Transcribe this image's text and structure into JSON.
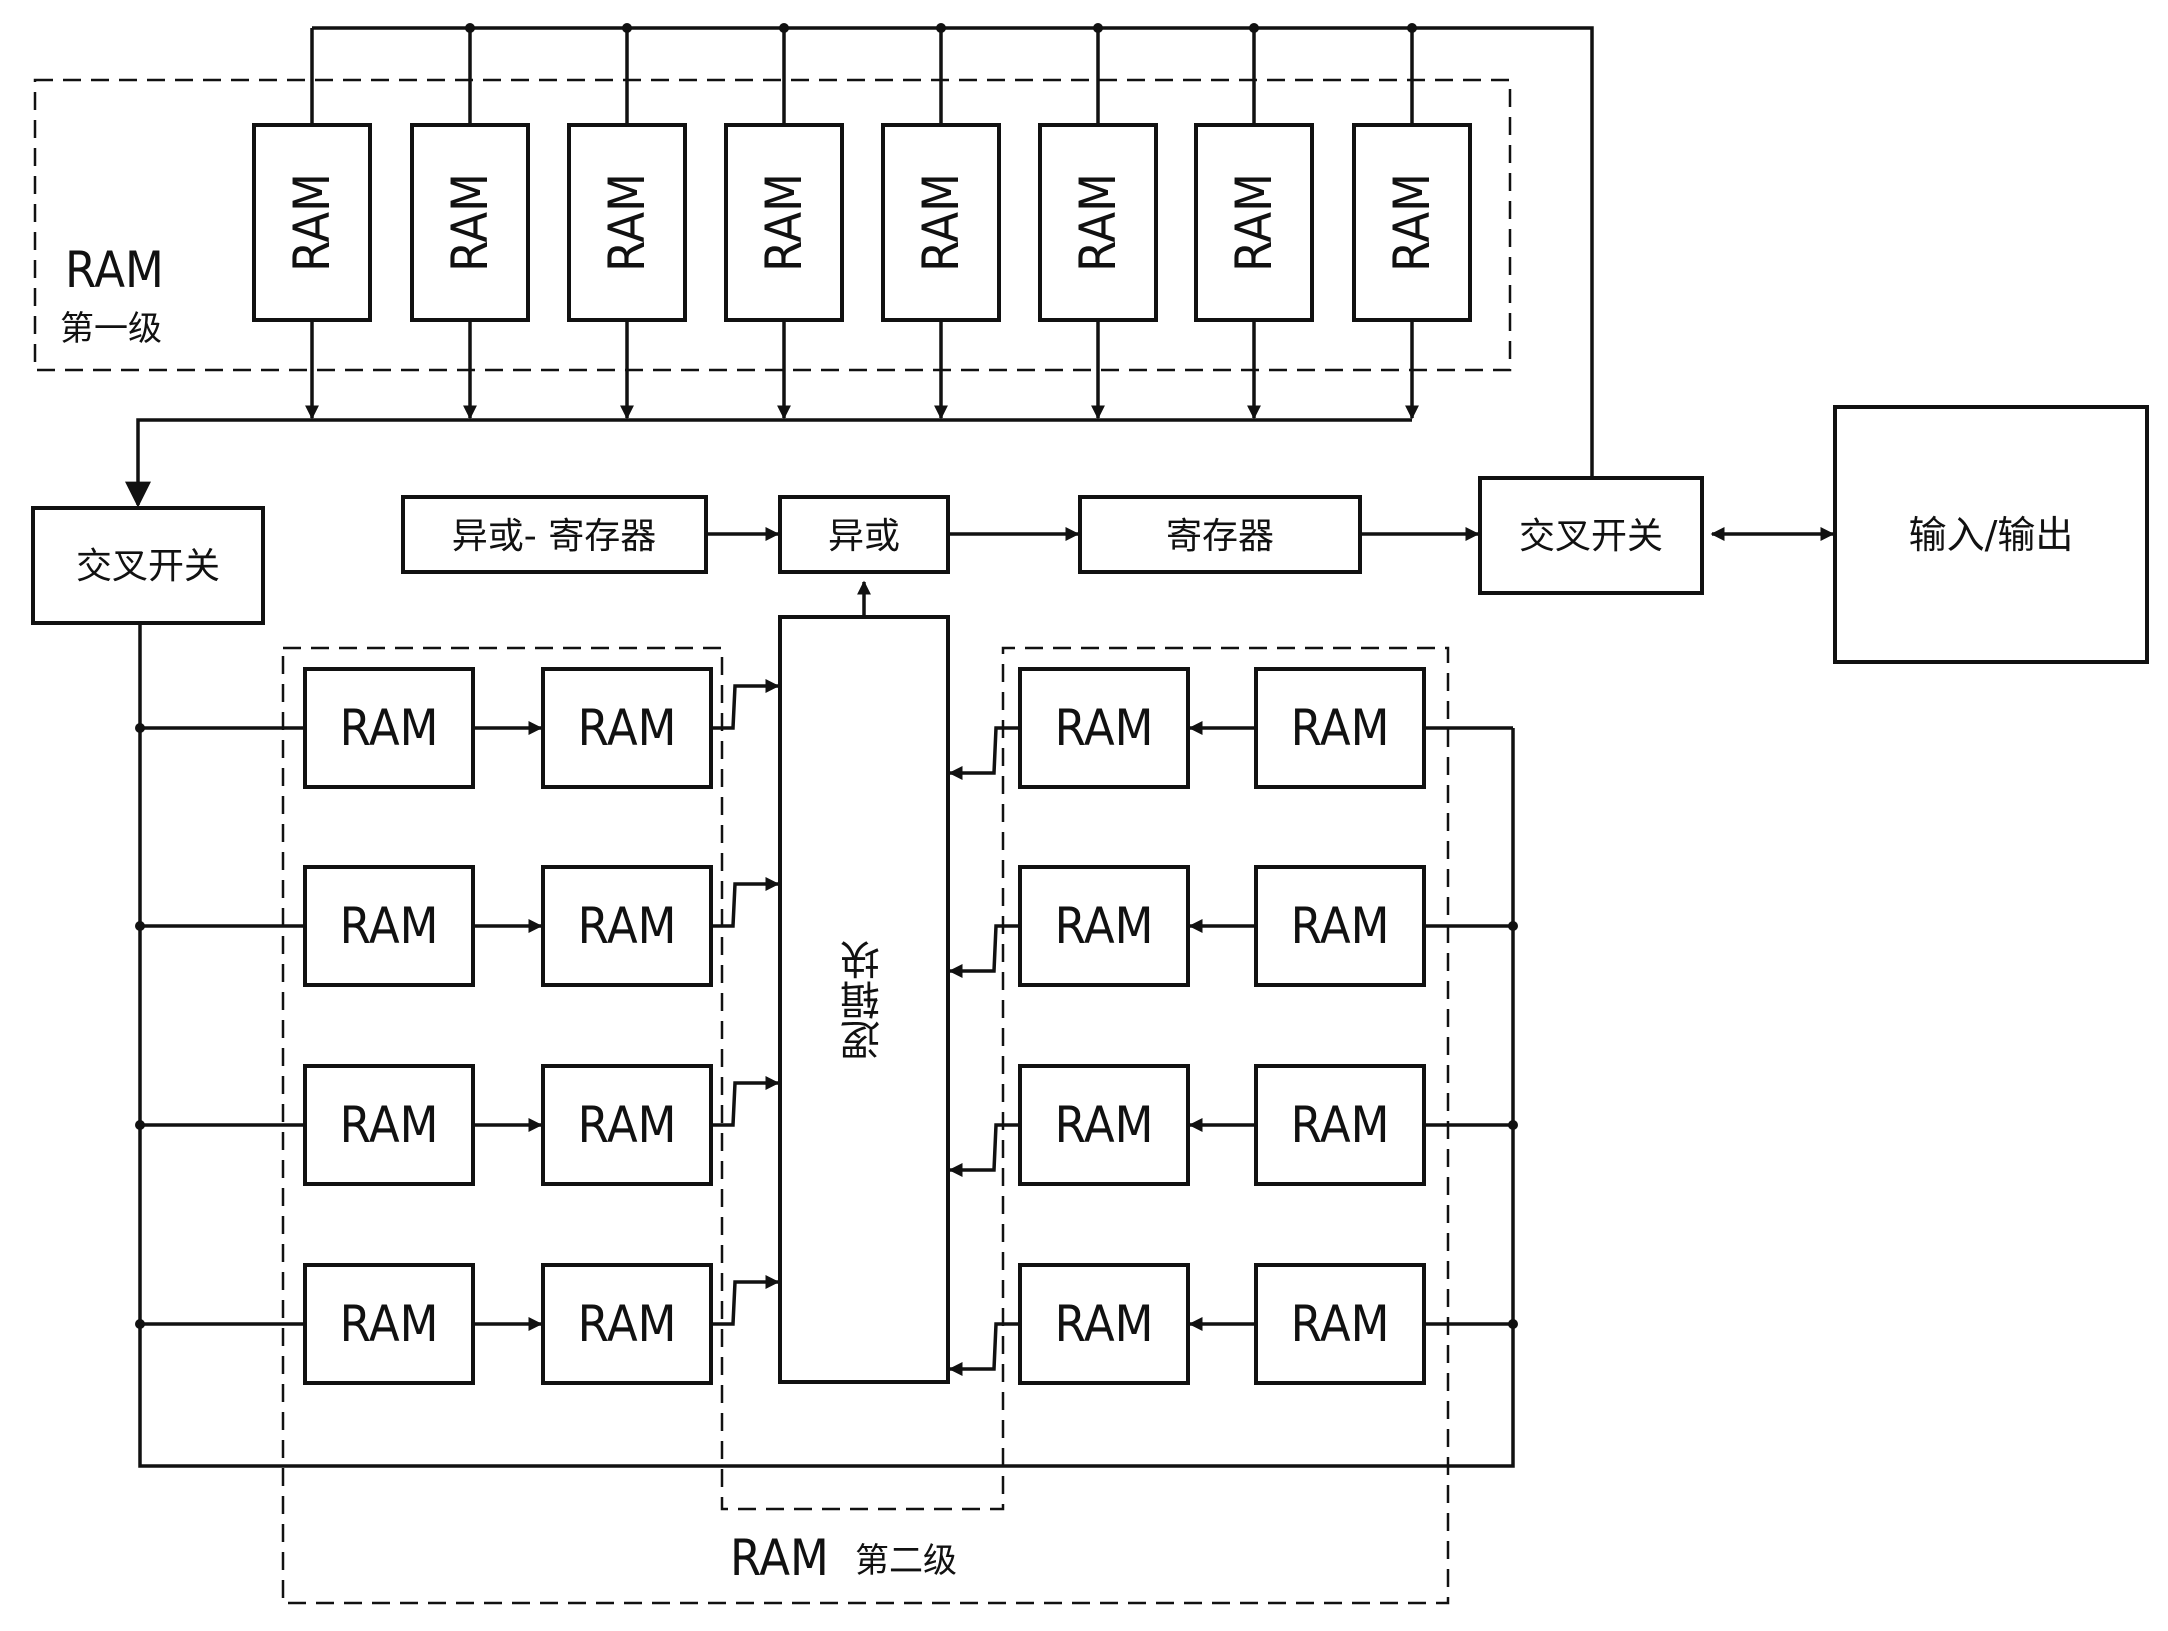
{
  "ram_label": "RAM",
  "level1": {
    "prefix": "RAM",
    "label": "第一级"
  },
  "level2": {
    "prefix": "RAM",
    "label": "第二级"
  },
  "left_crossbar": "交叉开关",
  "right_crossbar": "交叉开关",
  "xor_register": "异或- 寄存器",
  "xor": "异或",
  "register": "寄存器",
  "io": "输入/输出",
  "logic_block": "逻辑块",
  "colors": {
    "line": "#111111",
    "background": "#ffffff"
  }
}
